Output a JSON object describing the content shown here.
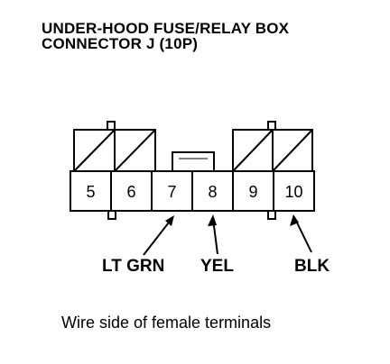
{
  "title": {
    "line1": "UNDER-HOOD FUSE/RELAY BOX",
    "line2": "CONNECTOR J (10P)"
  },
  "connector": {
    "terminals": [
      "5",
      "6",
      "7",
      "8",
      "9",
      "10"
    ]
  },
  "wires": [
    {
      "label": "LT GRN",
      "terminal": "7"
    },
    {
      "label": "YEL",
      "terminal": "8"
    },
    {
      "label": "BLK",
      "terminal": "10"
    }
  ],
  "caption": "Wire side of female terminals"
}
